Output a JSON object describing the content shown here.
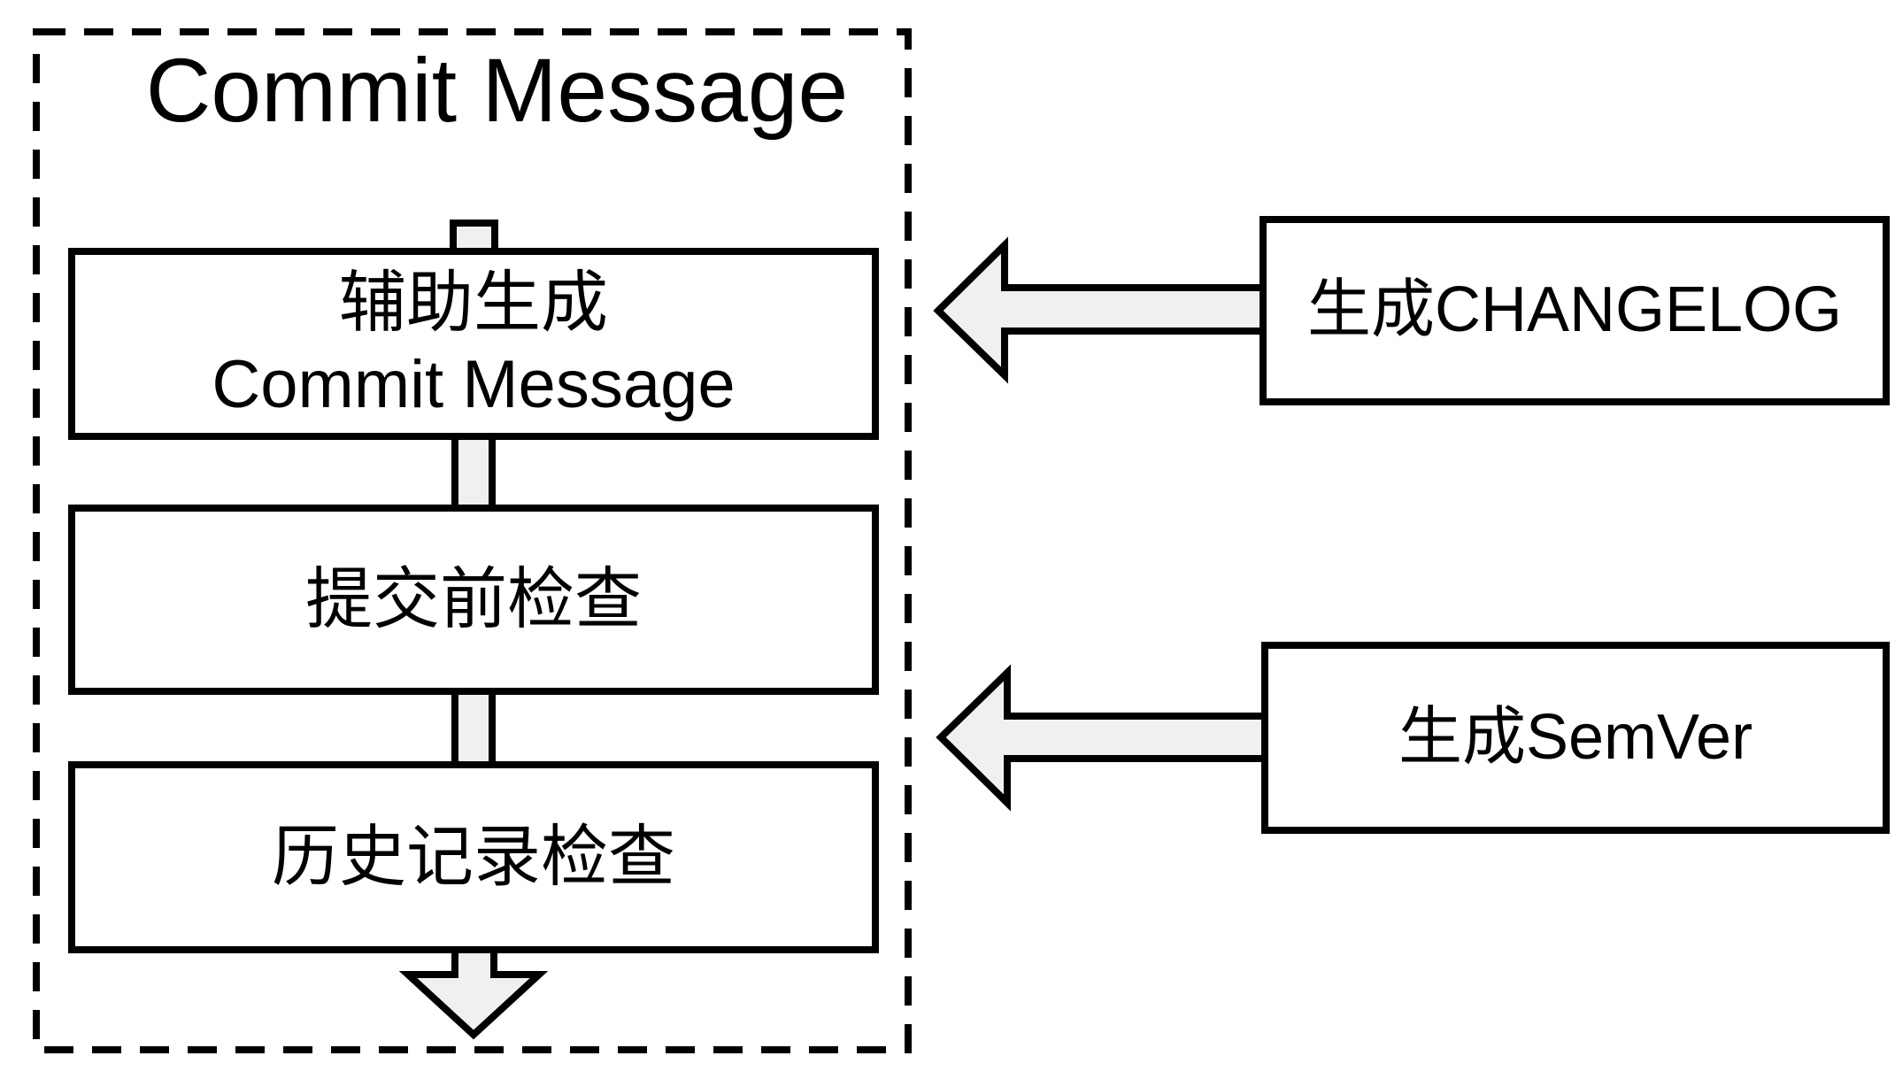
{
  "diagram": {
    "container_title": "Commit Message",
    "flow_steps": [
      {
        "lines": [
          "辅助生成",
          "Commit Message"
        ]
      },
      {
        "lines": [
          "提交前检查"
        ]
      },
      {
        "lines": [
          "历史记录检查"
        ]
      }
    ],
    "side_boxes": [
      {
        "label": "生成CHANGELOG"
      },
      {
        "label": "生成SemVer"
      }
    ],
    "colors": {
      "stroke": "#000000",
      "arrow_fill": "#f0f0f0",
      "box_fill": "#ffffff",
      "background": "#ffffff"
    }
  }
}
